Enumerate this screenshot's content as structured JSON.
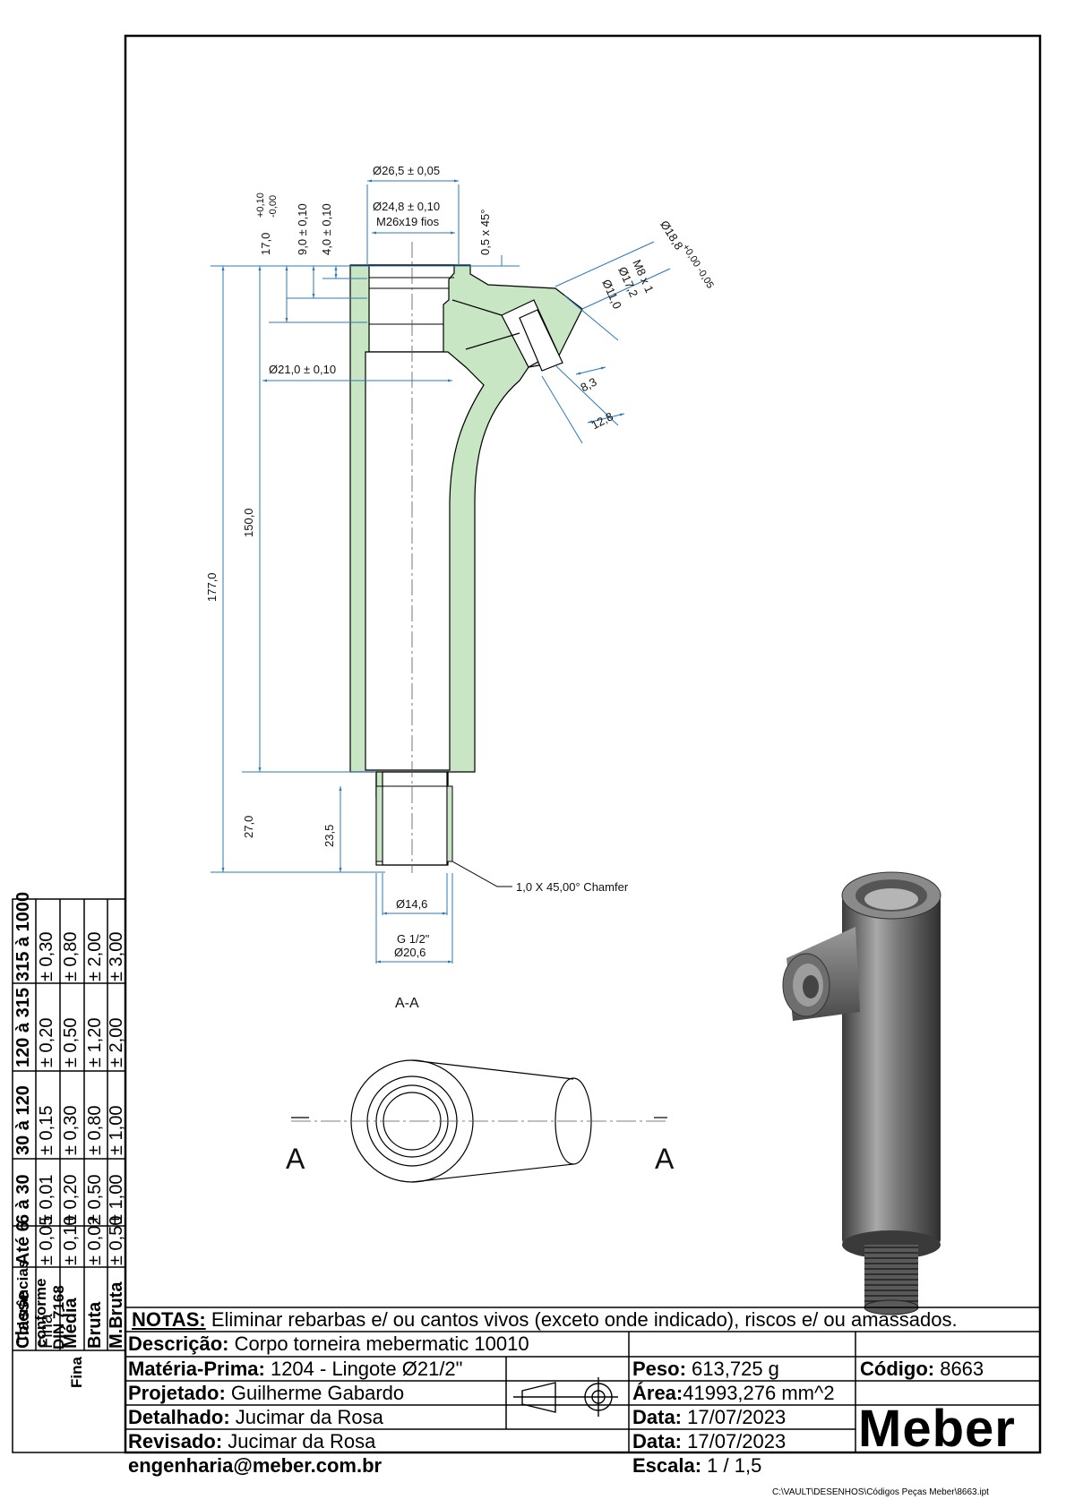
{
  "drawing": {
    "section_label": "A-A",
    "cut_label_left": "A",
    "cut_label_right": "A",
    "dimensions": {
      "d_top_outer": "Ø26,5 ± 0,05",
      "d_top_inner": "Ø24,8 ± 0,10",
      "thread_top": "M26x19 fios",
      "chamfer_top": "0,5 x 45°",
      "depth_17": "17,0",
      "tol_17_plus": "+0,10",
      "tol_17_minus": "-0,00",
      "depth_9": "9,0 ± 0,10",
      "depth_4": "4,0 ± 0,10",
      "d_21": "Ø21,0 ± 0,10",
      "len_177": "177,0",
      "len_150": "150,0",
      "len_27": "27,0",
      "len_23_5": "23,5",
      "side_d18": "Ø18,8",
      "side_d18_tol": "+0,00 -0,05",
      "side_m8": "M8 x 1",
      "side_d17": "Ø17,2",
      "side_d11": "Ø11,0",
      "side_8_3": "8,3",
      "side_12_8": "12,8",
      "d_14_6": "Ø14,6",
      "thread_bottom": "G 1/2\"",
      "d_20_6": "Ø20,6",
      "chamfer_note": "1,0 X 45,00° Chamfer"
    }
  },
  "tolerance_table": {
    "title_lines": [
      "Tolerâncias",
      "conforme",
      "DIN 7168",
      "Fina"
    ],
    "class_header": "Classe",
    "classes": [
      "Fina",
      "Média",
      "Bruta",
      "M.Bruta"
    ],
    "ranges": [
      {
        "label": "Até 6",
        "values": [
          "± 0,05",
          "± 0,10",
          "± 0,02",
          "± 0,50"
        ]
      },
      {
        "label": "6 à 30",
        "values": [
          "± 0,01",
          "± 0,20",
          "± 0,50",
          "± 1,00"
        ]
      },
      {
        "label": "30 à 120",
        "values": [
          "± 0,15",
          "± 0,30",
          "± 0,80",
          "± 1,00"
        ]
      },
      {
        "label": "120 à 315",
        "values": [
          "± 0,20",
          "± 0,50",
          "± 1,20",
          "± 2,00"
        ]
      },
      {
        "label": "315 à 1000",
        "values": [
          "± 0,30",
          "± 0,80",
          "± 2,00",
          "± 3,00"
        ]
      }
    ]
  },
  "title_block": {
    "notes_label": "NOTAS:",
    "notes_text": " Eliminar rebarbas e/ ou cantos vivos (exceto onde indicado), riscos e/ ou amassados.",
    "descricao_label": "Descrição:",
    "descricao_value": " Corpo torneira mebermatic 10010",
    "materia_label": "Matéria-Prima:",
    "materia_value": " 1204 - Lingote Ø21/2\"",
    "peso_label": "Peso:",
    "peso_value": " 613,725 g",
    "codigo_label": "Código:",
    "codigo_value": " 8663",
    "projetado_label": "Projetado:",
    "projetado_value": " Guilherme Gabardo",
    "area_label": "Área:",
    "area_value": "41993,276 mm^2",
    "detalhado_label": "Detalhado:",
    "detalhado_value": " Jucimar da Rosa",
    "data1_label": "Data:",
    "data1_value": " 17/07/2023",
    "revisado_label": "Revisado:",
    "revisado_value": " Jucimar da Rosa",
    "data2_label": "Data:",
    "data2_value": " 17/07/2023",
    "email": "engenharia@meber.com.br",
    "escala_label": "Escala:",
    "escala_value": " 1 / 1,5",
    "logo": "Meber",
    "file_path": "C:\\VAULT\\DESENHOS\\Códigos Peças Meber\\8663.ipt"
  },
  "colors": {
    "section_fill": "#c8e6c4",
    "dimension": "#2b78b5",
    "outline": "#000000"
  }
}
